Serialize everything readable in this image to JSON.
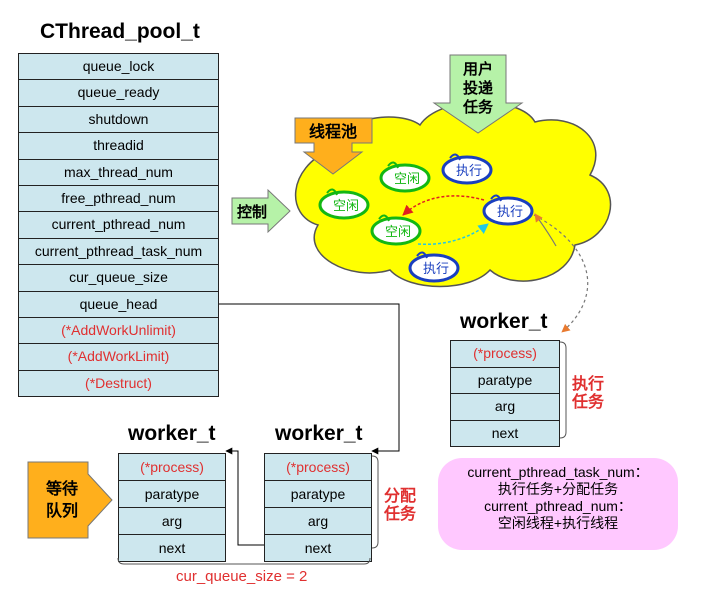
{
  "pool": {
    "title": "CThread_pool_t",
    "fields": [
      {
        "label": "queue_lock",
        "red": false
      },
      {
        "label": "queue_ready",
        "red": false
      },
      {
        "label": "shutdown",
        "red": false
      },
      {
        "label": "threadid",
        "red": false
      },
      {
        "label": "max_thread_num",
        "red": false
      },
      {
        "label": "free_pthread_num",
        "red": false
      },
      {
        "label": "current_pthread_num",
        "red": false
      },
      {
        "label": "current_pthread_task_num",
        "red": false
      },
      {
        "label": "cur_queue_size",
        "red": false
      },
      {
        "label": "queue_head",
        "red": false
      },
      {
        "label": "(*AddWorkUnlimit)",
        "red": true
      },
      {
        "label": "(*AddWorkLimit)",
        "red": true
      },
      {
        "label": "(*Destruct)",
        "red": true
      }
    ]
  },
  "worker": {
    "title": "worker_t",
    "fields": [
      {
        "label": "(*process)",
        "red": true
      },
      {
        "label": "paratype",
        "red": false
      },
      {
        "label": "arg",
        "red": false
      },
      {
        "label": "next",
        "red": false
      }
    ]
  },
  "labels": {
    "thread_pool": "线程池",
    "control": "控制",
    "user_submit": [
      "用户",
      "投递",
      "任务"
    ],
    "wait_queue": [
      "等待",
      "队列"
    ],
    "assign_task": [
      "分配",
      "任务"
    ],
    "exec_task": [
      "执行",
      "任务"
    ],
    "idle": "空闲",
    "running": "执行",
    "cur_queue_size_note": "cur_queue_size = 2"
  },
  "note": {
    "line1": "current_pthread_task_num：",
    "line2": "执行任务+分配任务",
    "line3": "current_pthread_num：",
    "line4": "空闲线程+执行线程"
  },
  "colors": {
    "cell_fill": "#cde7ee",
    "red_text": "#e03030",
    "cloud": "#ffff00",
    "orange_arrow": "#ffaf1c",
    "green_arrow": "#b6f2a8",
    "pink_note": "#ffc8ff",
    "idle_green": "#13b713",
    "running_blue": "#1a3fbf"
  }
}
